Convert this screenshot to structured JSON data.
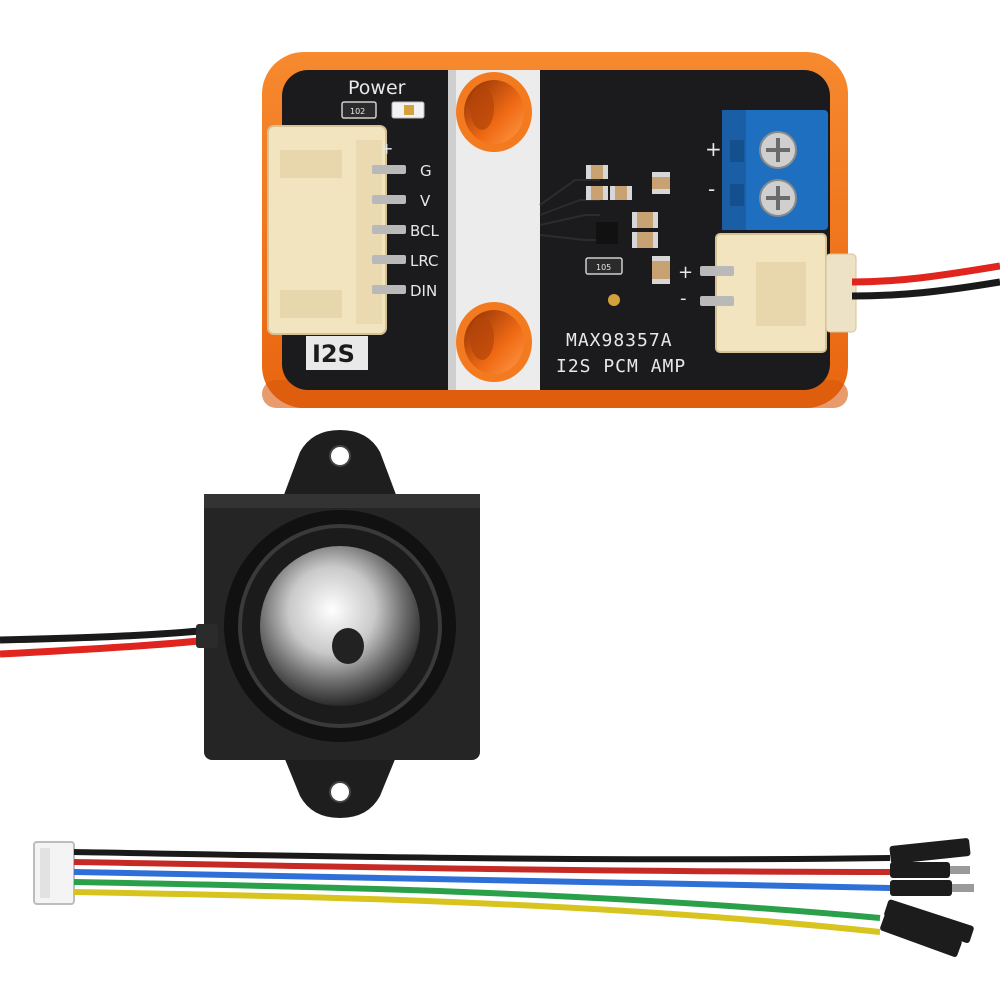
{
  "board": {
    "power_label": "Power",
    "resistor_code_1": "102",
    "resistor_code_2": "105",
    "pins": [
      "G",
      "V",
      "BCL",
      "LRC",
      "DIN"
    ],
    "interface_label": "I2S",
    "chip_label": "MAX98357A",
    "product_label": "I2S PCM AMP",
    "terminal_plus": "+",
    "terminal_minus": "-",
    "speaker_plus": "+",
    "speaker_minus": "-"
  },
  "colors": {
    "case": "#f47a1f",
    "pcb": "#1b1b1d",
    "silkscreen": "#e8e8e8",
    "terminal_block": "#1f6fc0",
    "connector": "#f3e4c0",
    "wire_red": "#e0241e",
    "wire_black": "#1a1a1a",
    "wire_blue": "#2f6fd8",
    "wire_green": "#2aa04a",
    "wire_yellow": "#d8c41e"
  }
}
